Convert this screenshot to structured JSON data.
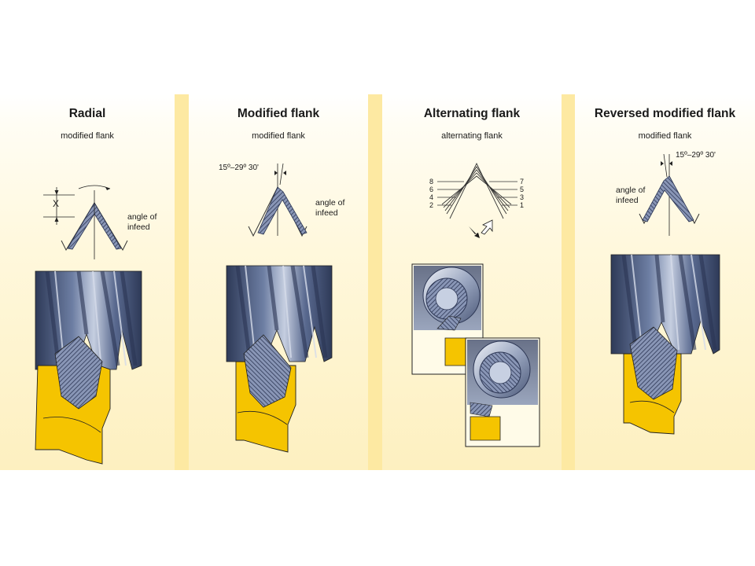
{
  "panels": [
    {
      "title": "Radial",
      "subtitle": "modified flank",
      "labels": {
        "x_mark": "X",
        "angle_line1": "angle of",
        "angle_line2": "infeed"
      }
    },
    {
      "title": "Modified flank",
      "subtitle": "modified flank",
      "labels": {
        "angle_range": "15º–29º 30'",
        "angle_line1": "angle of",
        "angle_line2": "infeed"
      }
    },
    {
      "title": "Alternating flank",
      "subtitle": "alternating flank",
      "pass_numbers_left": [
        "8",
        "6",
        "4",
        "2"
      ],
      "pass_numbers_right": [
        "7",
        "5",
        "3",
        "1"
      ]
    },
    {
      "title": "Reversed modified flank",
      "subtitle": "modified flank",
      "labels": {
        "angle_range": "15º–29º 30'",
        "angle_line1": "angle of",
        "angle_line2": "infeed"
      }
    }
  ],
  "colors": {
    "background_band": "#fde9a2",
    "panel_fill": "#fff8dd",
    "insert_yellow": "#f5c400",
    "steel_dark": "#3b4868",
    "steel_light": "#aab6cf"
  }
}
